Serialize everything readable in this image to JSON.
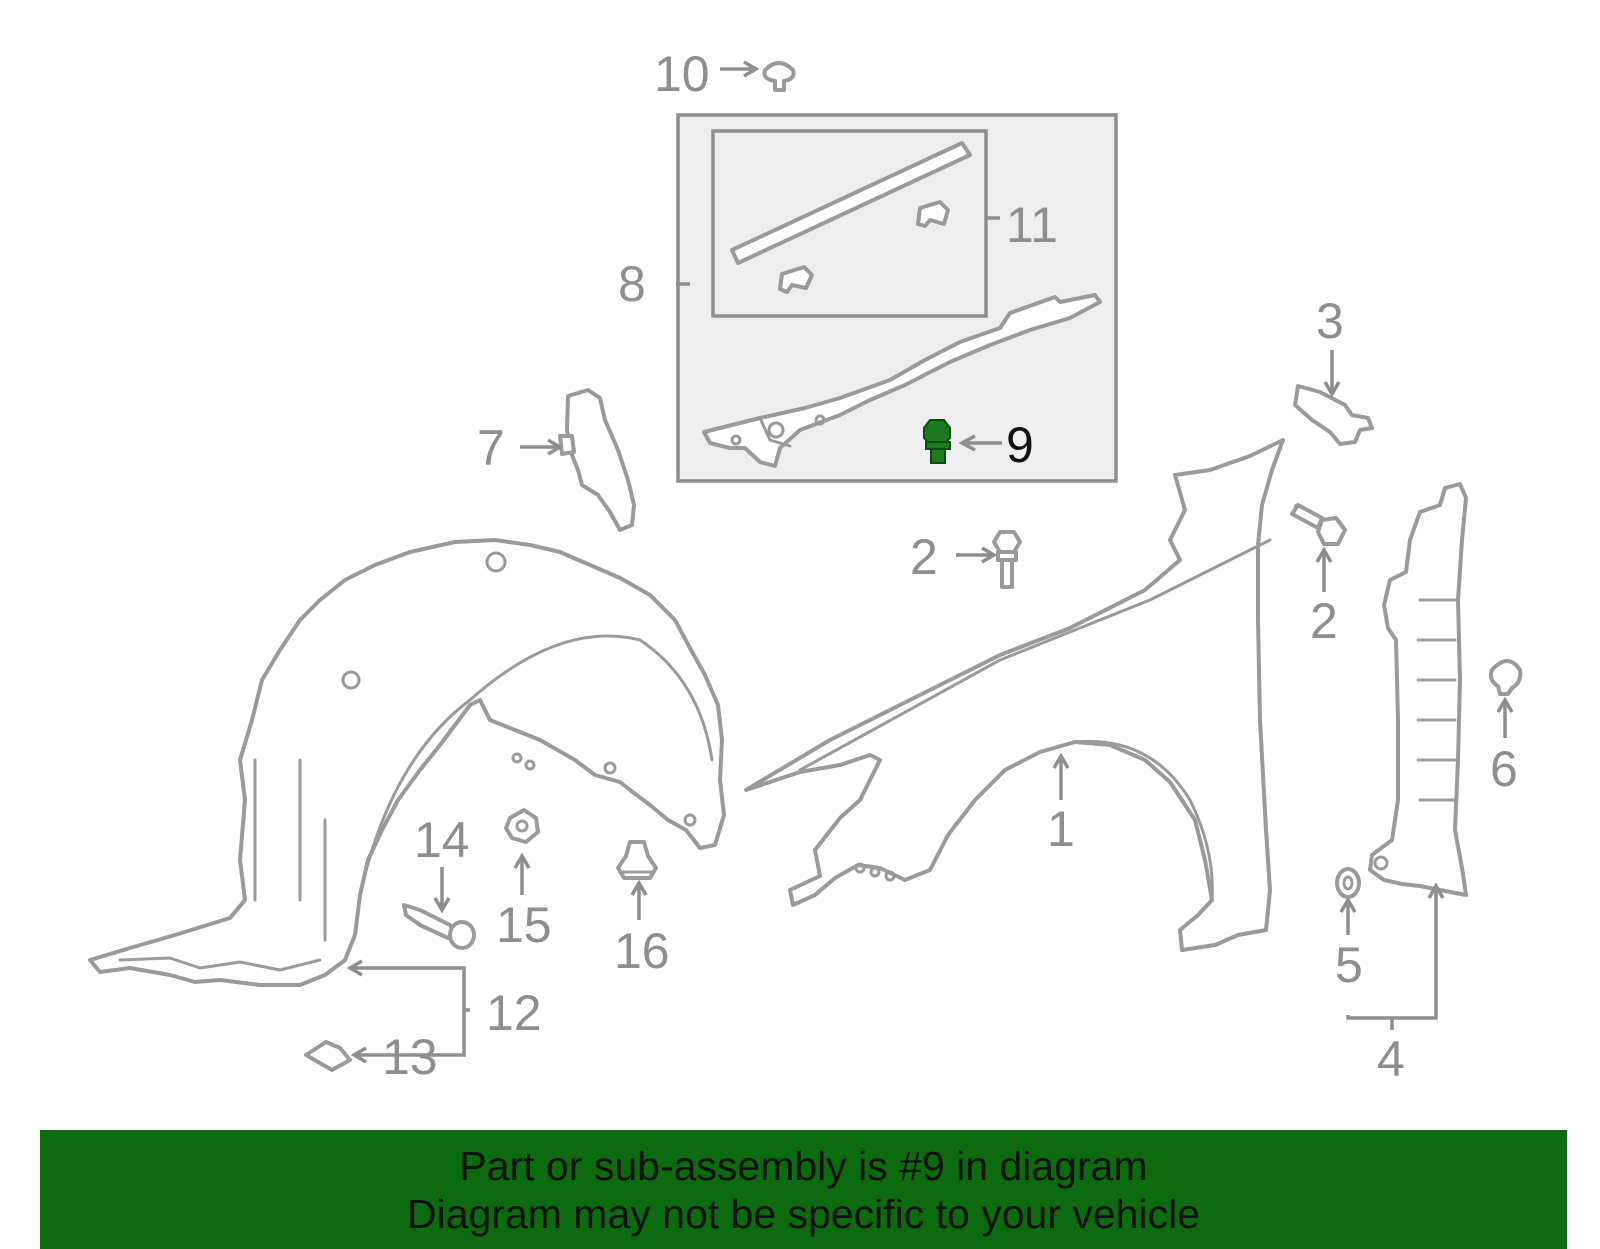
{
  "callouts": {
    "c1": "1",
    "c2a": "2",
    "c2b": "2",
    "c3": "3",
    "c4": "4",
    "c5": "5",
    "c6": "6",
    "c7": "7",
    "c8": "8",
    "c9": "9",
    "c10": "10",
    "c11": "11",
    "c12": "12",
    "c13": "13",
    "c14": "14",
    "c15": "15",
    "c16": "16"
  },
  "highlighted_part": "9",
  "colors": {
    "highlight": "#0d6b0f",
    "banner": "#0d6b0f",
    "parts": "#9a9a9a"
  },
  "banner": {
    "line1": "Part or sub-assembly is #9 in diagram",
    "line2": "Diagram may not be specific to your vehicle"
  }
}
